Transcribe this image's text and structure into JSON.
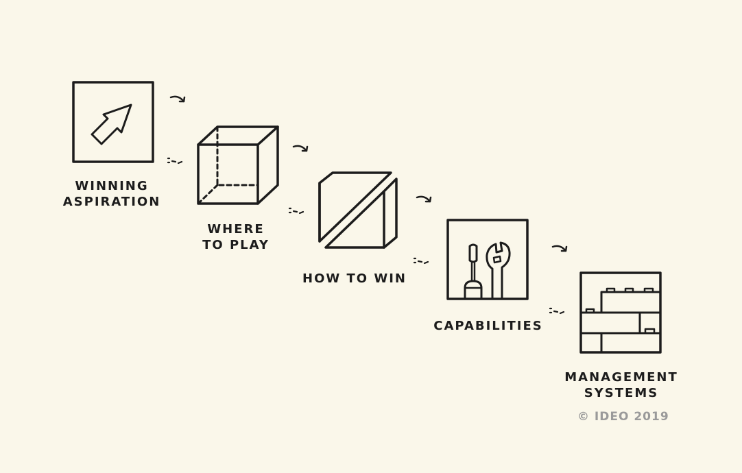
{
  "steps": [
    {
      "line1": "WINNING",
      "line2": "ASPIRATION",
      "icon": "arrow-icon"
    },
    {
      "line1": "WHERE",
      "line2": "TO PLAY",
      "icon": "cube-icon"
    },
    {
      "line1": "HOW TO WIN",
      "line2": "",
      "icon": "split-box-icon"
    },
    {
      "line1": "CAPABILITIES",
      "line2": "",
      "icon": "tools-icon"
    },
    {
      "line1": "MANAGEMENT",
      "line2": "SYSTEMS",
      "icon": "building-blocks-icon"
    }
  ],
  "copyright": "© IDEO 2019",
  "colors": {
    "background": "#faf7ea",
    "ink": "#1c1c1c",
    "muted": "#9a9a9a"
  }
}
